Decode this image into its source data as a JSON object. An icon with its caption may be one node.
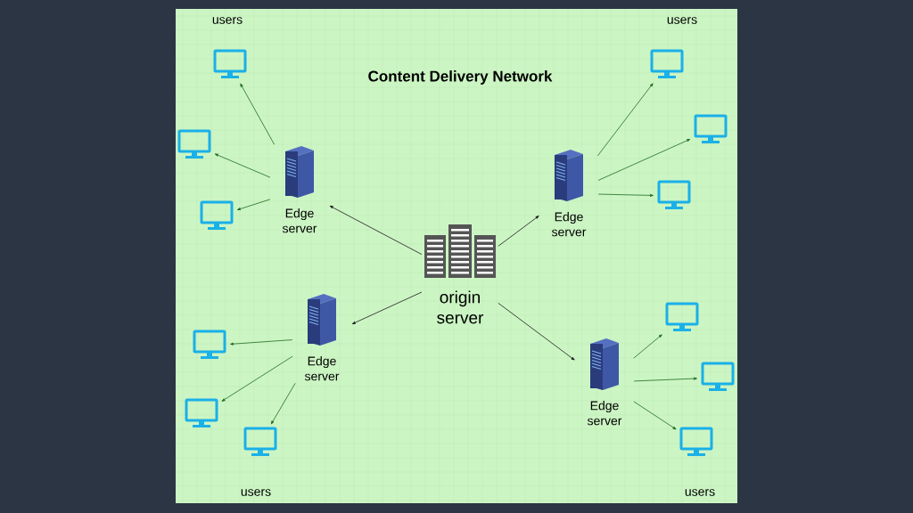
{
  "diagram": {
    "title": "Content Delivery Network",
    "nodes": [
      {
        "text": [
          "origin server"
        ]
      },
      {
        "text": [
          "Edge server"
        ]
      },
      {
        "text": [
          "Edge server"
        ]
      },
      {
        "text": [
          "Edge server"
        ]
      },
      {
        "text": [
          "Edge server"
        ]
      },
      {
        "text": [],
        "shape": "monitor"
      },
      {
        "text": [],
        "shape": "monitor"
      },
      {
        "text": [],
        "shape": "monitor"
      },
      {
        "text": [],
        "shape": "monitor"
      },
      {
        "text": [],
        "shape": "monitor"
      },
      {
        "text": [],
        "shape": "monitor"
      },
      {
        "text": [],
        "shape": "monitor"
      },
      {
        "text": [],
        "shape": "monitor"
      },
      {
        "text": [],
        "shape": "monitor"
      },
      {
        "text": [],
        "shape": "monitor"
      },
      {
        "text": [],
        "shape": "monitor"
      },
      {
        "text": [],
        "shape": "monitor"
      }
    ],
    "edges": [
      {
        "from": 0,
        "to": 1,
        "arrow": "to",
        "color": "#1a1a1a"
      },
      {
        "from": 0,
        "to": 2,
        "arrow": "to",
        "color": "#1a1a1a"
      },
      {
        "from": 0,
        "to": 3,
        "arrow": "to",
        "color": "#1a1a1a"
      },
      {
        "from": 0,
        "to": 4,
        "arrow": "to",
        "color": "#1a1a1a"
      },
      {
        "from": 1,
        "to": 5,
        "arrow": "to"
      },
      {
        "from": 1,
        "to": 6,
        "arrow": "to"
      },
      {
        "from": 1,
        "to": 7,
        "arrow": "to"
      },
      {
        "from": 2,
        "to": 8,
        "arrow": "to"
      },
      {
        "from": 2,
        "to": 9,
        "arrow": "to"
      },
      {
        "from": 2,
        "to": 10,
        "arrow": "to"
      },
      {
        "from": 3,
        "to": 11,
        "arrow": "to"
      },
      {
        "from": 3,
        "to": 12,
        "arrow": "to"
      },
      {
        "from": 3,
        "to": 13,
        "arrow": "to"
      },
      {
        "from": 4,
        "to": 14,
        "arrow": "to"
      },
      {
        "from": 4,
        "to": 15,
        "arrow": "to"
      },
      {
        "from": 4,
        "to": 16,
        "arrow": "to"
      }
    ],
    "labels": [
      "users",
      "users",
      "users",
      "users"
    ]
  }
}
